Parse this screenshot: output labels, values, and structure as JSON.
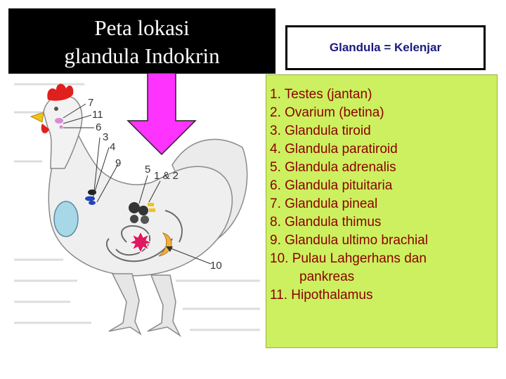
{
  "title": {
    "line1": "Peta lokasi",
    "line2": "glandula Indokrin"
  },
  "definition": "Glandula = Kelenjar",
  "figure": {
    "labels": {
      "n7": "7",
      "n11": "11",
      "n6": "6",
      "n3": "3",
      "n4": "4",
      "n9": "9",
      "n5": "5",
      "n12": "1 & 2",
      "n10": "10"
    }
  },
  "legend": [
    "1. Testes  (jantan)",
    "2. Ovarium (betina)",
    "3. Glandula tiroid",
    "4. Glandula paratiroid",
    "5. Glandula adrenalis",
    "6. Glandula pituitaria",
    "7. Glandula pineal",
    "8. Glandula thimus",
    "9. Glandula ultimo brachial",
    "10.  Pulau Lahgerhans dan",
    "pankreas",
    "11. Hipothalamus"
  ],
  "colors": {
    "title_bg": "#000000",
    "legend_bg": "#ccf060",
    "legend_text": "#8b0000",
    "definition_text": "#1a1a80",
    "arrow": "#ff33ff",
    "comb": "#e0201c",
    "beak": "#f2c21a",
    "thymus": "#a8d8e8",
    "pancreas": "#f0b040",
    "islets": "#e01860"
  }
}
